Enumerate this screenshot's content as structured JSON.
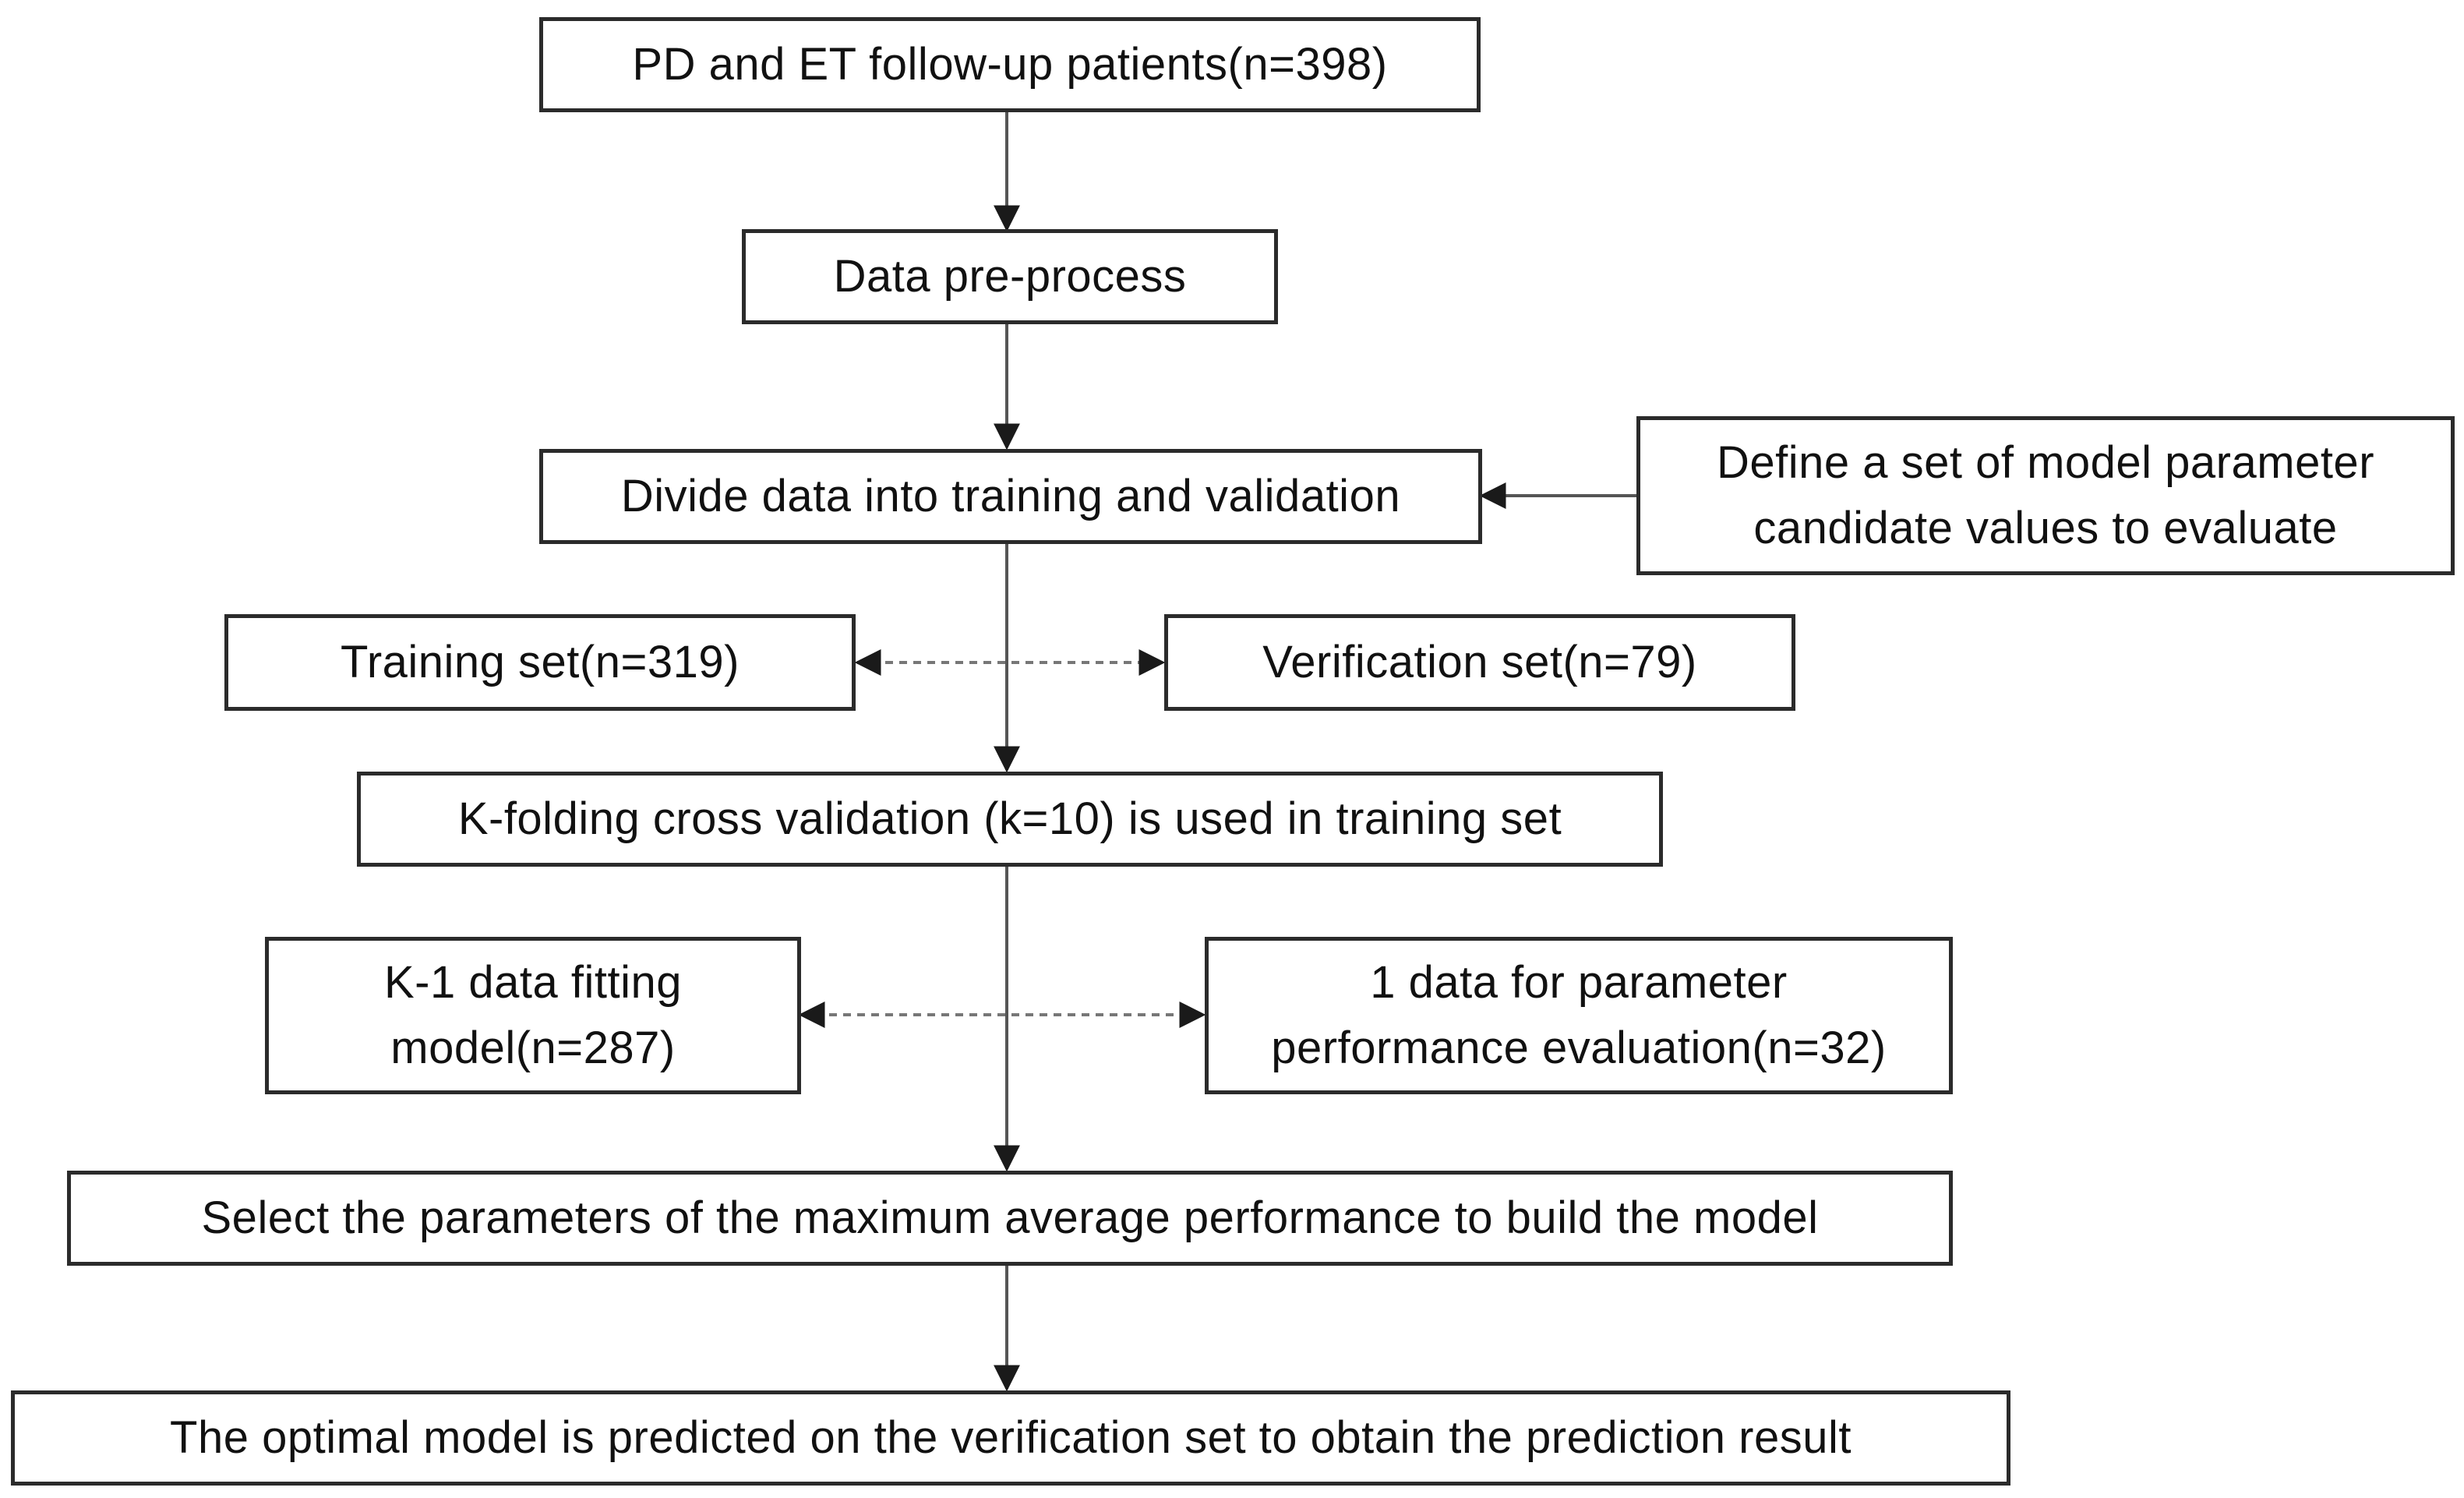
{
  "nodes": {
    "patients": "PD and ET follow-up patients(n=398)",
    "preprocess": "Data pre-process",
    "divide": "Divide data into training and validation",
    "define_params": "Define a set of model parameter\ncandidate values to evaluate",
    "training_set": "Training set(n=319)",
    "verification_set": "Verification set(n=79)",
    "kfold": "K-folding cross validation (k=10) is used in training set",
    "k1_fitting": "K-1 data fitting\nmodel(n=287)",
    "one_data_eval": "1 data for parameter\nperformance evaluation(n=32)",
    "select_params": "Select the parameters of the maximum average performance to build the model",
    "optimal_model": "The optimal model is predicted on the verification set to obtain the prediction result"
  },
  "colors": {
    "border": "#2b2b2b",
    "arrow": "#555555",
    "dashed": "#777777",
    "text": "#111111"
  }
}
